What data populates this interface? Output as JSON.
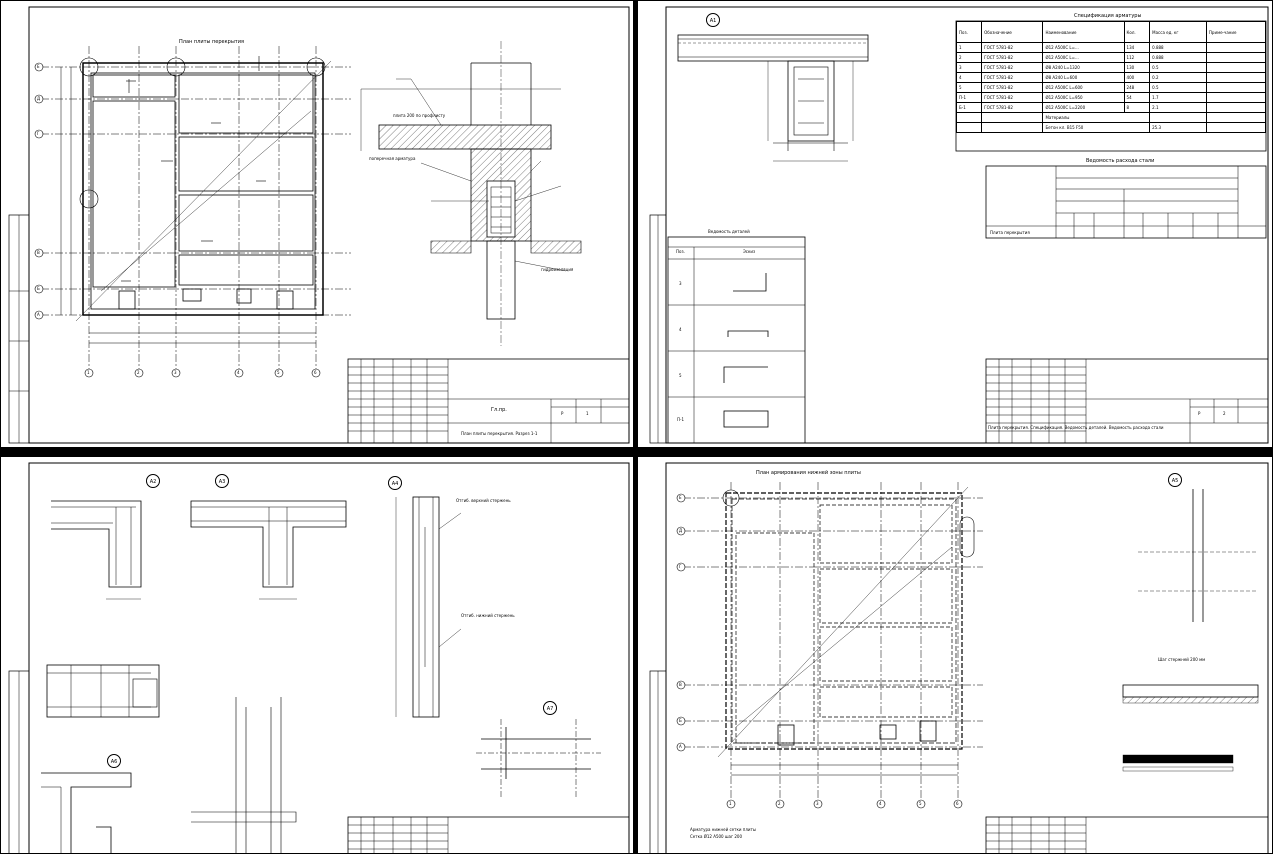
{
  "sheets": {
    "s1": {
      "plan_title": "План плиты перекрытия",
      "grid_letters": [
        "Е",
        "Д",
        "Г",
        "В",
        "Б",
        "А"
      ],
      "grid_numbers": [
        "1",
        "2",
        "3",
        "4",
        "5",
        "6"
      ],
      "section_note_1": "плита 200 по профлисту",
      "section_note_2": "поперечная арматура",
      "section_note_3": "гидроизоляция",
      "title_left": "Гл.пр.",
      "title_center": "План плиты перекрытия. Разрез 1-1",
      "stage": "Р",
      "sheet": "1"
    },
    "s2": {
      "detail_label": "А1",
      "spec_title": "Спецификация арматуры",
      "spec_headers": [
        "Поз.",
        "Обозначение",
        "Наименование",
        "Кол.",
        "Масса ед. кг",
        "Приме-чание"
      ],
      "spec_rows": [
        [
          "1",
          "ГОСТ 5781-82",
          "Ø12 А500С L=...",
          "134",
          "0.888",
          ""
        ],
        [
          "2",
          "ГОСТ 5781-82",
          "Ø12 А500С L=...",
          "112",
          "0.888",
          ""
        ],
        [
          "3",
          "ГОСТ 5781-82",
          "Ø8 А240 L=1320",
          "130",
          "0.5",
          ""
        ],
        [
          "4",
          "ГОСТ 5781-82",
          "Ø8 А240 L=600",
          "400",
          "0.2",
          ""
        ],
        [
          "5",
          "ГОСТ 5781-82",
          "Ø12 А500С L=600",
          "248",
          "0.5",
          ""
        ],
        [
          "П-1",
          "ГОСТ 5781-82",
          "Ø12 А500С L=950",
          "54",
          "1.7",
          ""
        ],
        [
          "Б-1",
          "ГОСТ 5781-82",
          "Ø12 А500С L=2200",
          "8",
          "2.1",
          ""
        ]
      ],
      "spec_material": "Материалы",
      "spec_concrete": "Бетон кл. В15 F50",
      "spec_concrete_val": "25.3",
      "steel_title": "Ведомость расхода стали",
      "steel_row_label": "Плита перекрытия",
      "bend_title": "Ведомость деталей",
      "bend_col1": "Поз.",
      "bend_col2": "Эскиз",
      "bend_rows": [
        "3",
        "4",
        "5",
        "П-1"
      ],
      "title_center": "Плита перекрытия. Спецификация. Ведомость деталей. Ведомость расхода стали",
      "stage": "Р",
      "sheet": "2"
    },
    "s3": {
      "details": [
        "А2",
        "А3",
        "А4",
        "А6",
        "А7"
      ],
      "note_1": "Отгиб. верхний стержень",
      "note_2": "Отгиб. нижний стержень"
    },
    "s4": {
      "plan_title": "План армирования нижней зоны плиты",
      "grid_letters": [
        "Е",
        "Д",
        "Г",
        "В",
        "Б",
        "А"
      ],
      "grid_numbers": [
        "1",
        "2",
        "3",
        "4",
        "5",
        "6"
      ],
      "detail_label": "А5",
      "note": "Шаг стержней 200 мм",
      "bottom_note_1": "Арматура нижней сетки плиты",
      "bottom_note_2": "Сетка Ø12 A500 шаг 200"
    }
  }
}
